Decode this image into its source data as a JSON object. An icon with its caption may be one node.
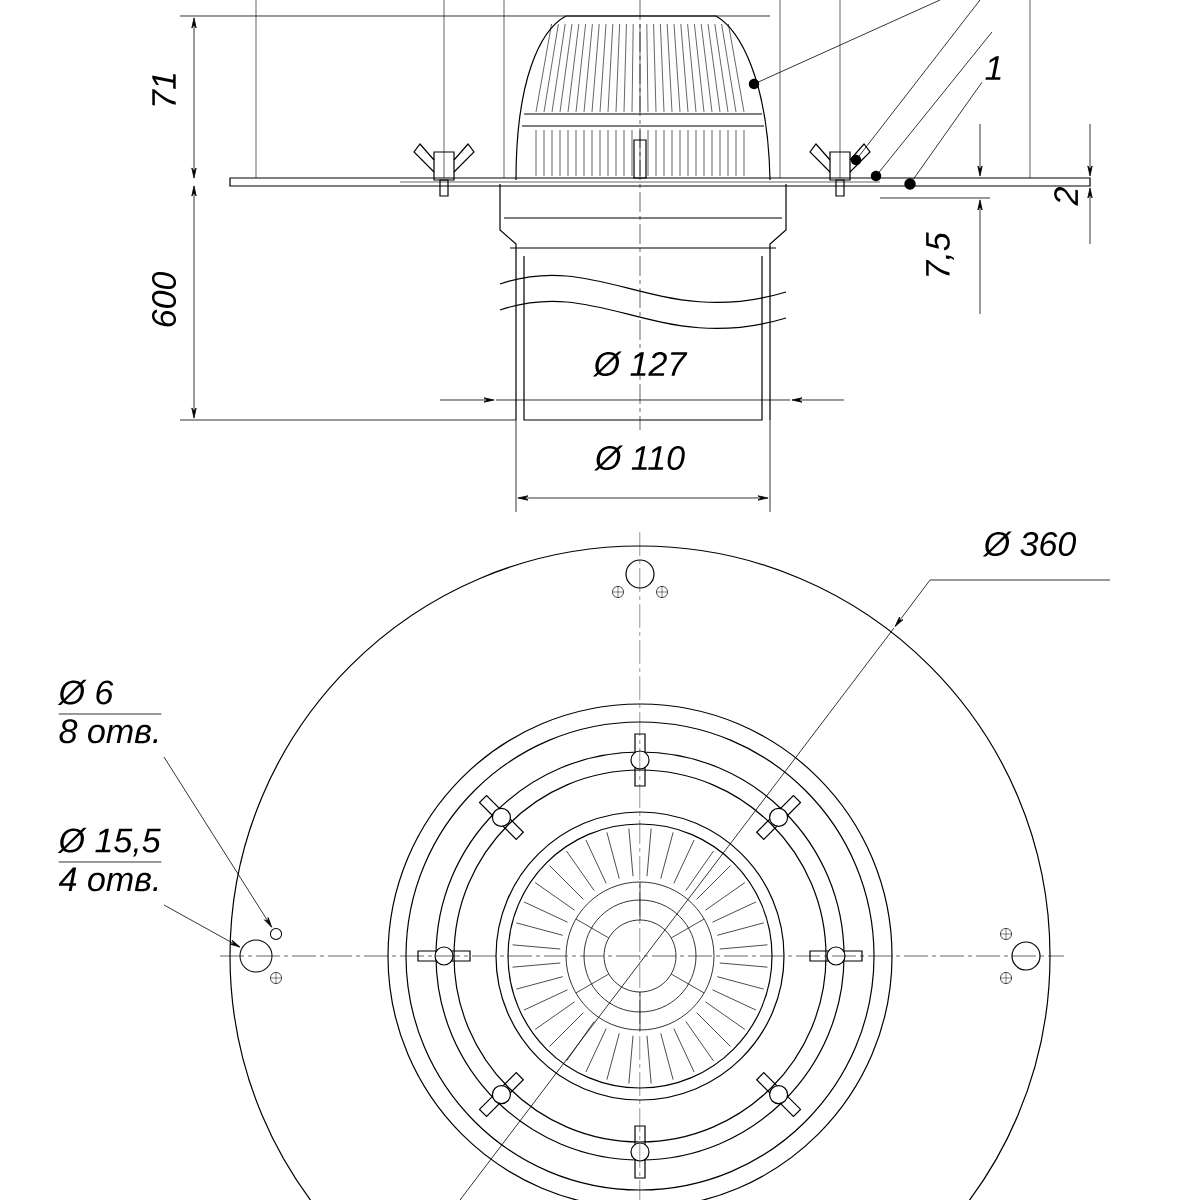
{
  "diagram": {
    "nodes": [
      {
        "text": [
          "1"
        ]
      },
      {
        "text": [],
        "shape": "circle"
      },
      {
        "text": [
          "Ø 6",
          "8 отв."
        ]
      },
      {
        "text": [],
        "shape": "circle"
      },
      {
        "text": [
          "Ø 15,5",
          "4 отв."
        ]
      },
      {
        "text": [],
        "shape": "circle"
      }
    ],
    "edges": [
      {
        "from": 0,
        "to": 1,
        "arrow": "none"
      },
      {
        "from": 2,
        "to": 3,
        "arrow": "to"
      },
      {
        "from": 4,
        "to": 5,
        "arrow": "to"
      }
    ],
    "labels": [
      "71",
      "600",
      "7,5",
      "2",
      "Ø 127",
      "Ø 110",
      "Ø 360"
    ]
  }
}
